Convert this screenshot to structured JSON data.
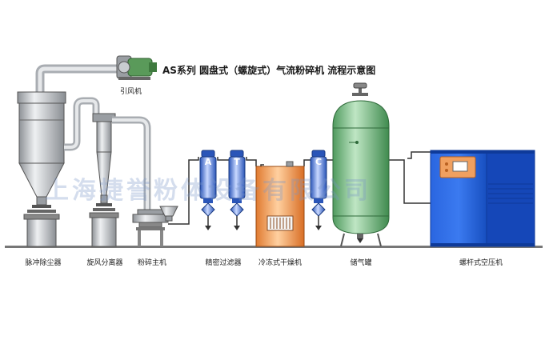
{
  "title": "AS系列 圆盘式（螺旋式）气流粉碎机 流程示意图",
  "fan_label": "引风机",
  "watermark": "上海捷誉粉体设备有限公司",
  "filter_letters": [
    "A",
    "T",
    "C"
  ],
  "labels": {
    "dust_collector": "脉冲除尘器",
    "cyclone": "旋风分离器",
    "mill": "粉碎主机",
    "filters": "精密过滤器",
    "dryer": "冷冻式干燥机",
    "tank": "储气罐",
    "compressor": "螺杆式空压机"
  },
  "colors": {
    "steel": "#b9bcc0",
    "tank_green": "#7fc18a",
    "dryer_orange": "#f0a060",
    "compressor_blue": "#1a5bd6",
    "filter_blue": "#3f6fd0",
    "floor": "#777777"
  }
}
